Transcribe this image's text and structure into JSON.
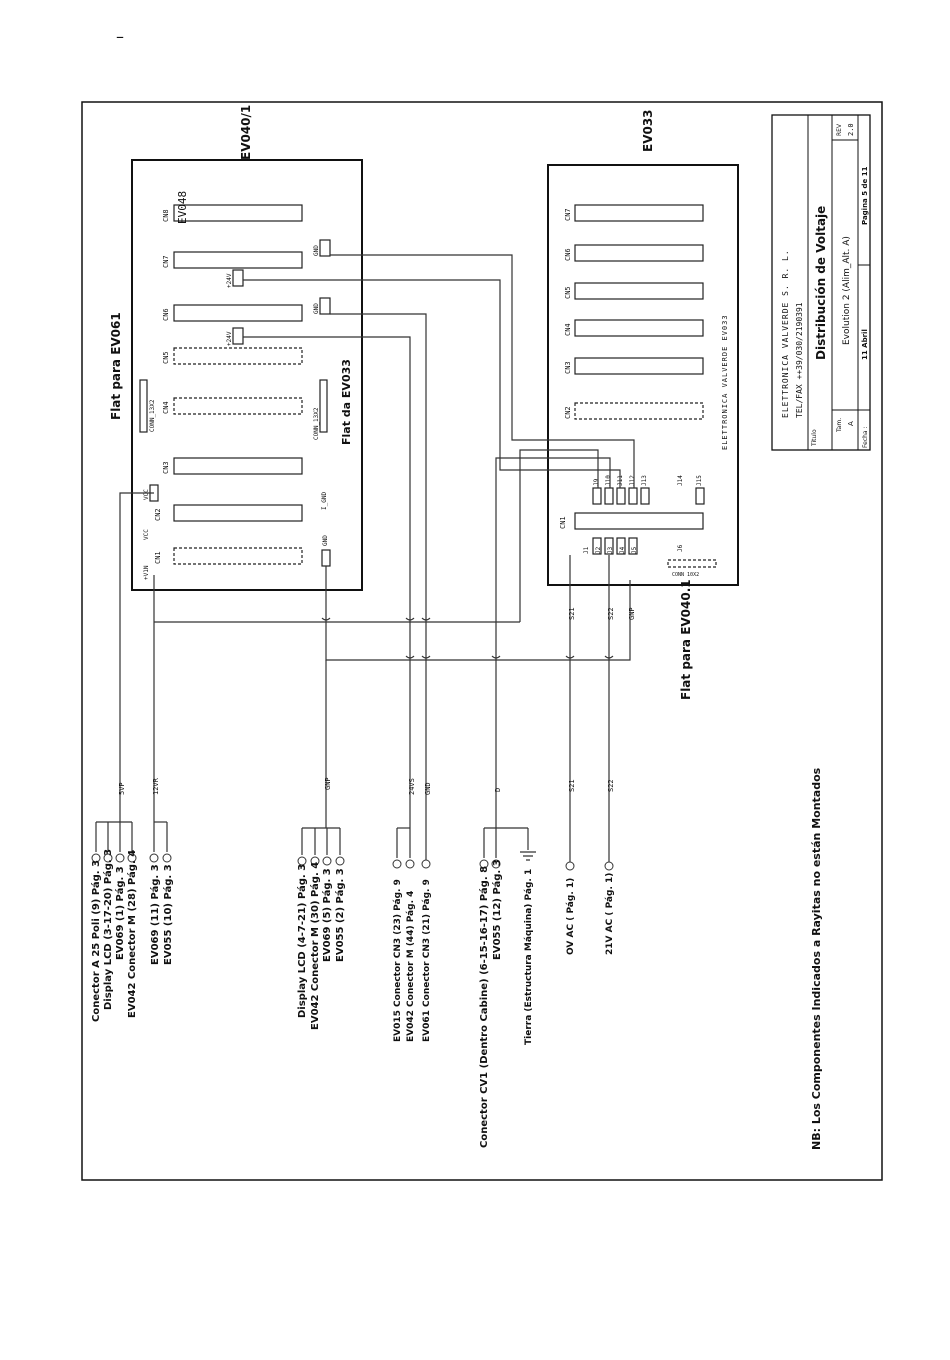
{
  "header_mark": "–",
  "boards": {
    "ev040": "EV040/1",
    "ev033": "EV033"
  },
  "flat_labels": {
    "flat_ev061": "Flat para EV061",
    "flat_ev033": "Flat da  EV033",
    "flat_ev0401": "Flat para EV040.1"
  },
  "ev040_connectors": [
    "CN1",
    "CN2",
    "CN3",
    "CN4",
    "CN5",
    "CN6",
    "CN7",
    "CN8"
  ],
  "ev040_small": {
    "vin": "+V1N",
    "vcc1": "VCC",
    "vcc2": "VCC",
    "gnd": "GND",
    "gnd2": "I_GND",
    "v24a": "+24V",
    "v24b": "+24V",
    "gnd_cn6": "GND",
    "gnd_cn7": "GND",
    "conn_a": "CONN_13X2",
    "conn_b": "CONN_13X2",
    "cn8_text": "EV048"
  },
  "ev033_connectors": [
    "CN1",
    "CN2",
    "CN3",
    "CN4",
    "CN5",
    "CN6",
    "CN7"
  ],
  "ev033_pins_top": [
    "J9",
    "J10",
    "J11",
    "J12",
    "J13",
    "J14",
    "J15"
  ],
  "ev033_pins_bottom": [
    "J1",
    "J2",
    "J3",
    "J4",
    "J5",
    "J6"
  ],
  "ev033_vertical_text": "ELETTRONICA VALVERDE EV033",
  "ev033_small": "CONN 10X2",
  "wire_labels": {
    "w5vp": "5VP",
    "w12vr": "12VR",
    "wgnd": "GNP",
    "w24vs": "24VS",
    "wgnd2": "GND",
    "wd": "D",
    "ws21a": "S21",
    "ws22a": "S22",
    "ws21b": "S21",
    "ws22b": "S22",
    "wgnd3": "GNP"
  },
  "groups": [
    {
      "id": "g1",
      "lines": [
        "Conector A 25 Poli (9) Pág. 3",
        "Display LCD  (3-17-20) Pág. 3",
        "EV069  (1) Pág. 3",
        "EV042 Conector M  (28) Pág. 4"
      ]
    },
    {
      "id": "g2",
      "lines": [
        "EV069  (11) Pág. 3",
        "EV055  (10) Pág. 3"
      ]
    },
    {
      "id": "g3",
      "lines": [
        "Display LCD  (4-7-21) Pág. 3",
        "EV042 Conector M  (30) Pág. 4",
        "EV069  (5) Pág. 3",
        "EV055  (2) Pág. 3"
      ]
    },
    {
      "id": "g4",
      "lines": [
        "EV015 Conector CN3  (23) Pág. 9",
        "EV042 Conector M  (44) Pág. 4",
        "EV061 Conector CN3  (21) Pág. 9"
      ]
    },
    {
      "id": "g5",
      "lines": [
        "Conector CV1 (Dentro Cabine)  (6-15-16-17) Pág. 8",
        "EV055  (12) Pág. 3"
      ]
    },
    {
      "id": "g6",
      "lines": [
        "Tierra (Estructura Máquina) Pág. 1"
      ]
    },
    {
      "id": "g7",
      "lines": [
        "OV AC ( Pág. 1)"
      ]
    },
    {
      "id": "g8",
      "lines": [
        "21V AC ( Pág. 1)"
      ]
    }
  ],
  "note": "NB: Los Componentes Indicados a Rayitas no están Montados",
  "title_block": {
    "company": "ELETTRONICA  VALVERDE  S. R. L.",
    "telfax": "TEL/FAX ++39/030/2190391",
    "titulo_label": "Titulo",
    "title": "Distribución de Voltaje",
    "tam_label": "Tam.",
    "tam_value": "A",
    "subtitle": "Evolution 2  (Alim_Alt. A)",
    "rev_label": "REV",
    "rev_value": "2.0",
    "fecha_label": "Fecha :",
    "fecha_value": "11 Abril",
    "pagina": "Pagina 5 de 11"
  }
}
